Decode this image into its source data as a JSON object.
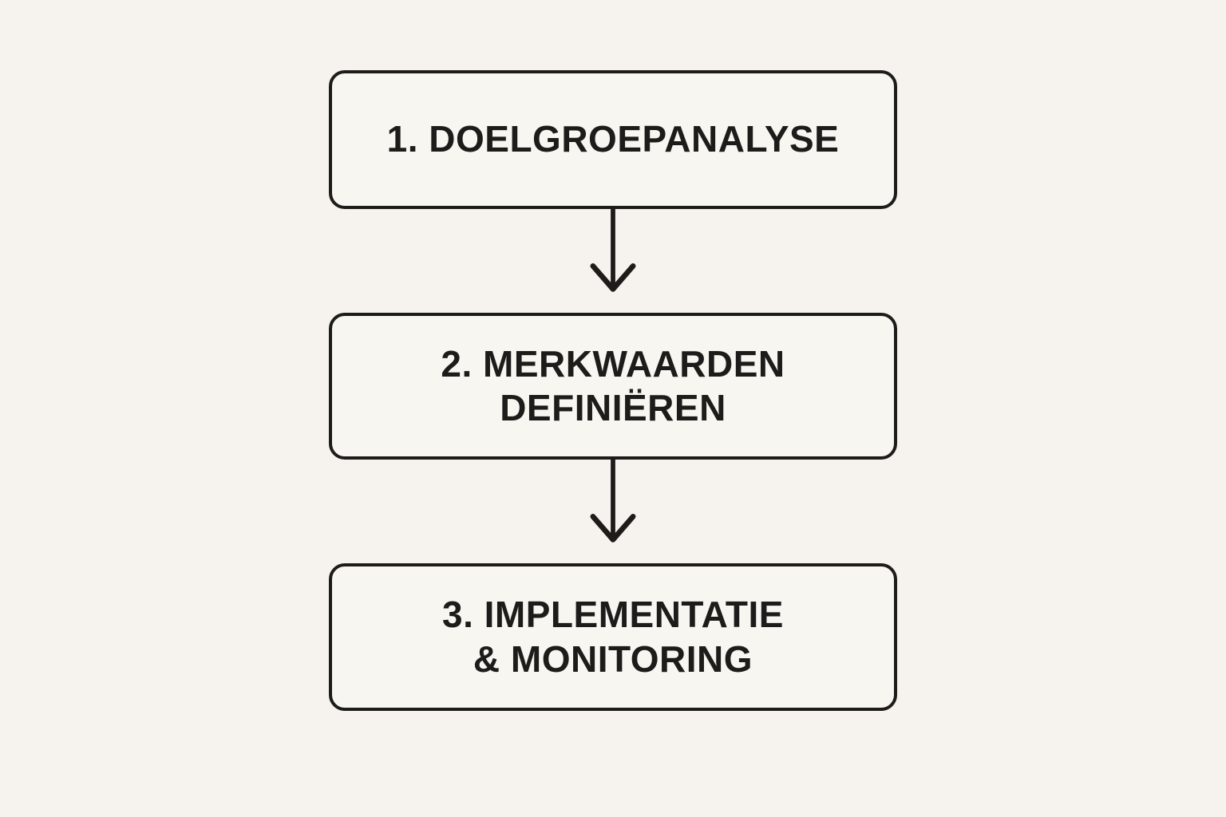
{
  "diagram": {
    "type": "flowchart",
    "direction": "top-down",
    "steps": [
      {
        "id": 1,
        "label": "1. DOELGROEPANALYSE"
      },
      {
        "id": 2,
        "label": "2. MERKWAARDEN\nDEFINIËREN"
      },
      {
        "id": 3,
        "label": "3. IMPLEMENTATIE\n& MONITORING"
      }
    ],
    "connectors": [
      {
        "from": 1,
        "to": 2,
        "style": "arrow-down"
      },
      {
        "from": 2,
        "to": 3,
        "style": "arrow-down"
      }
    ]
  },
  "colors": {
    "background": "#f6f3ee",
    "box_fill": "#f8f6f1",
    "line": "#1d1c1a",
    "text": "#1d1c1a"
  }
}
